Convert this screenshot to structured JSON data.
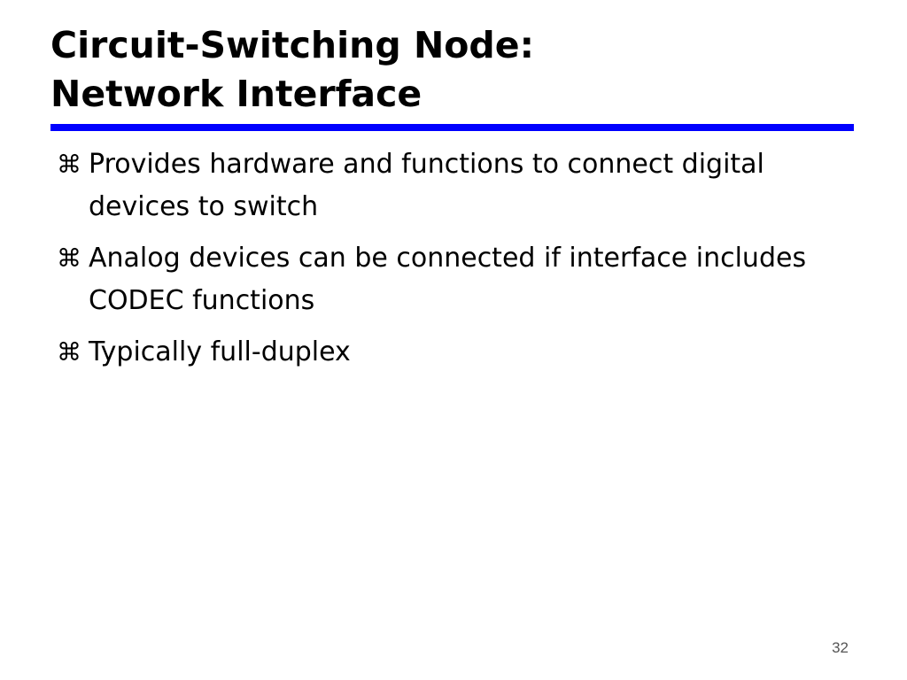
{
  "slide": {
    "title_lines": [
      "Circuit-Switching Node:",
      "Network Interface"
    ],
    "bullet_icon_name": "command-key-icon",
    "bullet_glyph": "⌘",
    "bullets": [
      "Provides hardware and functions to connect digital devices to switch",
      "Analog devices can be connected if interface includes CODEC functions",
      "Typically full-duplex"
    ],
    "page_number": "32",
    "colors": {
      "rule": "#0000ff",
      "text": "#000000",
      "page_number": "#555555"
    }
  }
}
